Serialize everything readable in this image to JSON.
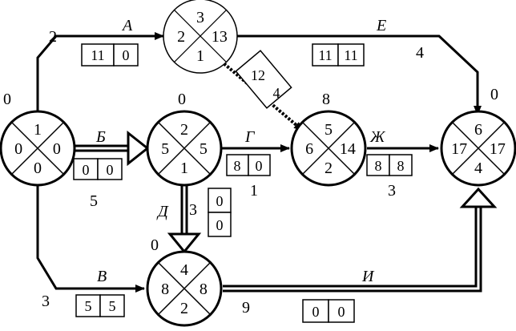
{
  "nodes": [
    {
      "id": "n1",
      "top": "1",
      "left": "0",
      "right": "0",
      "bottom": "0",
      "reserve": "0"
    },
    {
      "id": "n2",
      "top": "2",
      "left": "5",
      "right": "5",
      "bottom": "1",
      "reserve": "0"
    },
    {
      "id": "n3",
      "top": "3",
      "left": "2",
      "right": "13",
      "bottom": "1",
      "reserve": ""
    },
    {
      "id": "n4",
      "top": "5",
      "left": "6",
      "right": "14",
      "bottom": "2",
      "reserve": "8"
    },
    {
      "id": "n5",
      "top": "4",
      "left": "8",
      "right": "8",
      "bottom": "2",
      "reserve": "0"
    },
    {
      "id": "n6",
      "top": "6",
      "left": "17",
      "right": "17",
      "bottom": "4",
      "reserve": "0"
    }
  ],
  "activities": [
    {
      "id": "A",
      "label": "А",
      "duration": "2",
      "box": [
        "11",
        "0"
      ]
    },
    {
      "id": "B",
      "label": "Б",
      "duration": "5",
      "box": [
        "0",
        "0"
      ]
    },
    {
      "id": "V",
      "label": "В",
      "duration": "3",
      "box": [
        "5",
        "5"
      ]
    },
    {
      "id": "G",
      "label": "Г",
      "duration": "1",
      "box": [
        "8",
        "0"
      ]
    },
    {
      "id": "D",
      "label": "Д",
      "duration": "3",
      "box": [
        "0",
        "0"
      ]
    },
    {
      "id": "E",
      "label": "Е",
      "duration": "4",
      "box": [
        "11",
        "11"
      ]
    },
    {
      "id": "Zh",
      "label": "Ж",
      "duration": "3",
      "box": [
        "8",
        "8"
      ]
    },
    {
      "id": "I",
      "label": "И",
      "duration": "9",
      "box": [
        "0",
        "0"
      ]
    },
    {
      "id": "dummy",
      "label": "",
      "duration": "",
      "box": [
        "12",
        "4"
      ]
    }
  ]
}
